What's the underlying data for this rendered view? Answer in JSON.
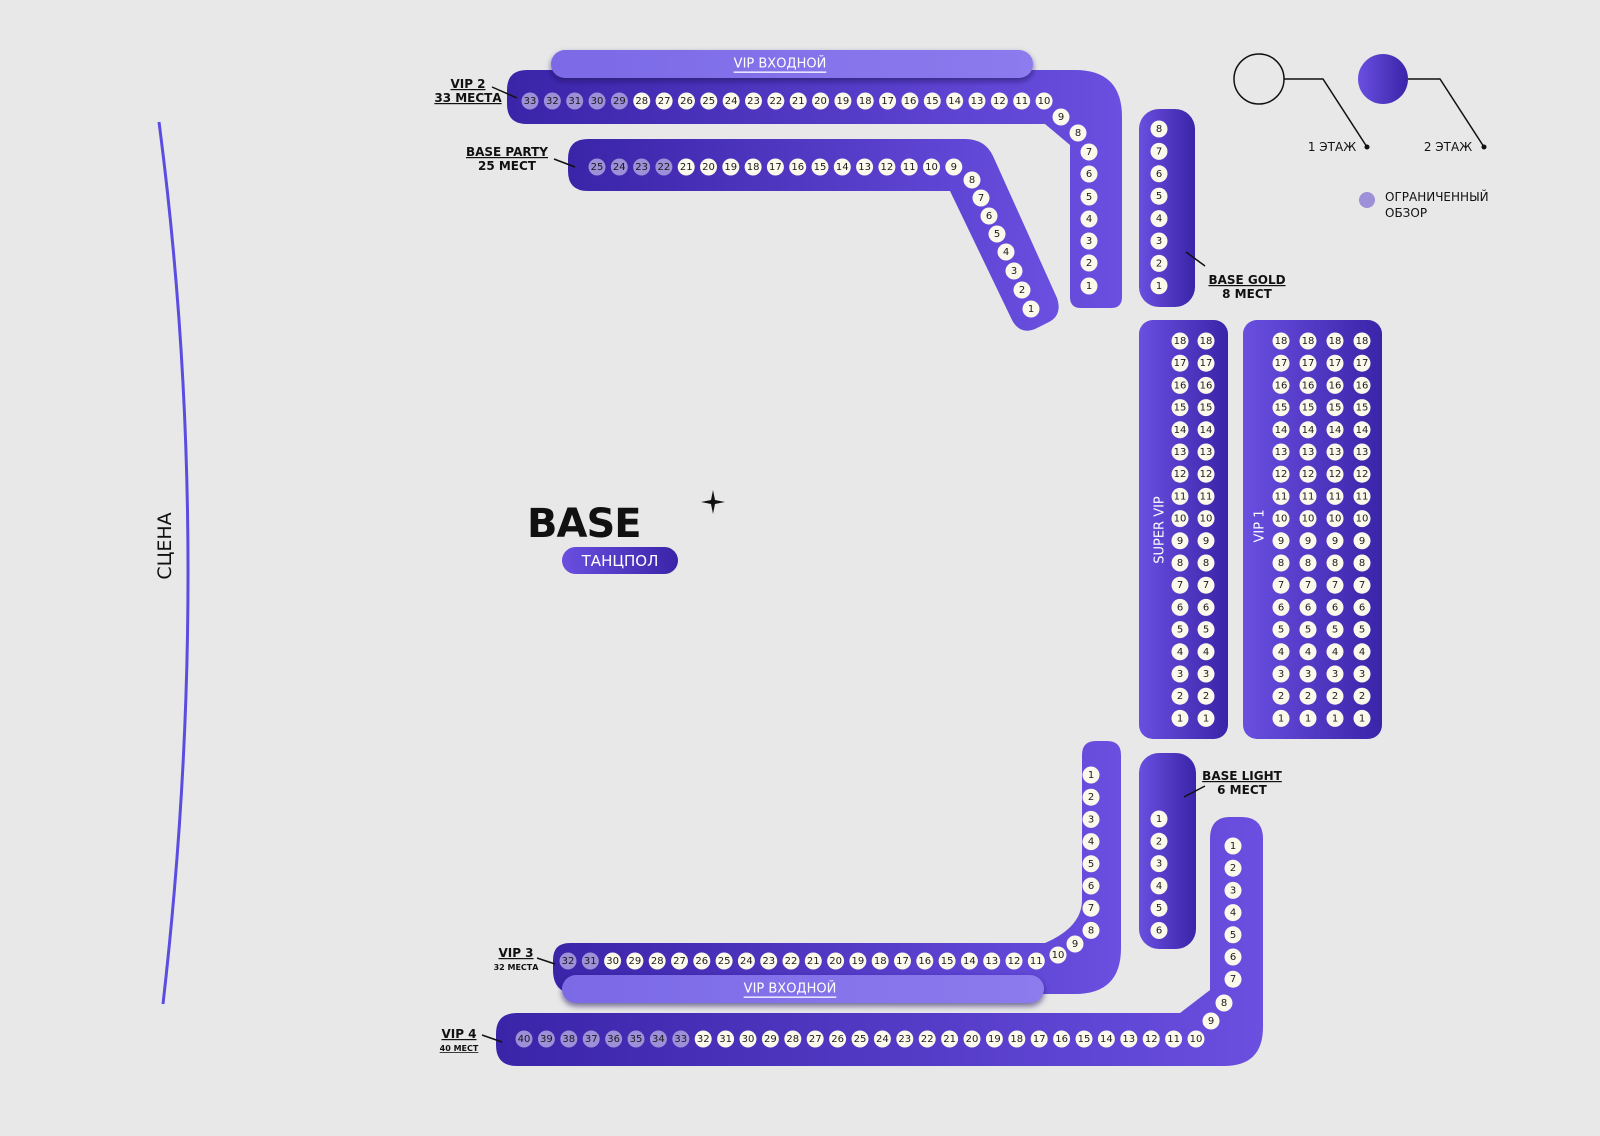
{
  "colors": {
    "background": "#e8e8e9",
    "section_light": "#6a4fe0",
    "section_dark": "#3a24a8",
    "entry": "#8a78ea",
    "seat_available": "#fbf8ec",
    "seat_limited": "#9d8fd8",
    "stage_line": "#5b4de0"
  },
  "stage": {
    "label": "СЦЕНА"
  },
  "dancefloor": {
    "logo": "BASE",
    "label": "ТАНЦПОЛ"
  },
  "legend": {
    "floor1": "1 ЭТАЖ",
    "floor2": "2 ЭТАЖ",
    "limited_view_line1": "ОГРАНИЧЕННЫЙ",
    "limited_view_line2": "ОБЗОР"
  },
  "sections": {
    "vip2": {
      "title": "VIP 2",
      "subtitle": "33 МЕСТА",
      "entry_label": "VIP ВХОДНОЙ",
      "seats_horizontal": [
        33,
        32,
        31,
        30,
        29,
        28,
        27,
        26,
        25,
        24,
        23,
        22,
        21,
        20,
        19,
        18,
        17,
        16,
        15,
        14,
        13,
        12,
        11,
        10
      ],
      "seats_vertical": [
        9,
        8,
        7,
        6,
        5,
        4,
        3,
        2,
        1
      ],
      "limited": [
        33,
        32,
        31,
        30,
        29
      ]
    },
    "base_party": {
      "title": "BASE PARTY",
      "subtitle": "25 МЕСТ",
      "seats_horizontal": [
        25,
        24,
        23,
        22,
        21,
        20,
        19,
        18,
        17,
        16,
        15,
        14,
        13,
        12,
        11,
        10,
        9
      ],
      "seats_diagonal": [
        8,
        7,
        6,
        5,
        4,
        3,
        2,
        1
      ],
      "limited": [
        25,
        24,
        23,
        22
      ]
    },
    "base_gold": {
      "title": "BASE GOLD",
      "subtitle": "8 МЕСТ",
      "seats": [
        8,
        7,
        6,
        5,
        4,
        3,
        2,
        1
      ]
    },
    "super_vip": {
      "title": "SUPER VIP",
      "columns": 2,
      "rows": [
        18,
        17,
        16,
        15,
        14,
        13,
        12,
        11,
        10,
        9,
        8,
        7,
        6,
        5,
        4,
        3,
        2,
        1
      ]
    },
    "vip1": {
      "title": "VIP 1",
      "columns": 4,
      "rows": [
        18,
        17,
        16,
        15,
        14,
        13,
        12,
        11,
        10,
        9,
        8,
        7,
        6,
        5,
        4,
        3,
        2,
        1
      ]
    },
    "base_light": {
      "title": "BASE LIGHT",
      "subtitle": "6 МЕСТ",
      "seats": [
        1,
        2,
        3,
        4,
        5,
        6
      ]
    },
    "vip3": {
      "title": "VIP 3",
      "subtitle": "32 МЕСТА",
      "entry_label": "VIP ВХОДНОЙ",
      "seats_vertical": [
        1,
        2,
        3,
        4,
        5,
        6,
        7,
        8
      ],
      "seats_curve": [
        9,
        10
      ],
      "seats_horizontal": [
        32,
        31,
        30,
        29,
        28,
        27,
        26,
        25,
        24,
        23,
        22,
        21,
        20,
        19,
        18,
        17,
        16,
        15,
        14,
        13,
        12,
        11
      ],
      "limited": [
        32,
        31
      ]
    },
    "vip4": {
      "title": "VIP 4",
      "subtitle": "40 МЕСТ",
      "seats_vertical": [
        1,
        2,
        3,
        4,
        5,
        6,
        7
      ],
      "seats_curve": [
        8,
        9
      ],
      "seats_horizontal": [
        40,
        39,
        38,
        37,
        36,
        35,
        34,
        33,
        32,
        31,
        30,
        29,
        28,
        27,
        26,
        25,
        24,
        23,
        22,
        21,
        20,
        19,
        18,
        17,
        16,
        15,
        14,
        13,
        12,
        11,
        10
      ],
      "limited": [
        40,
        39,
        38,
        37,
        36,
        35,
        34,
        33
      ]
    }
  }
}
